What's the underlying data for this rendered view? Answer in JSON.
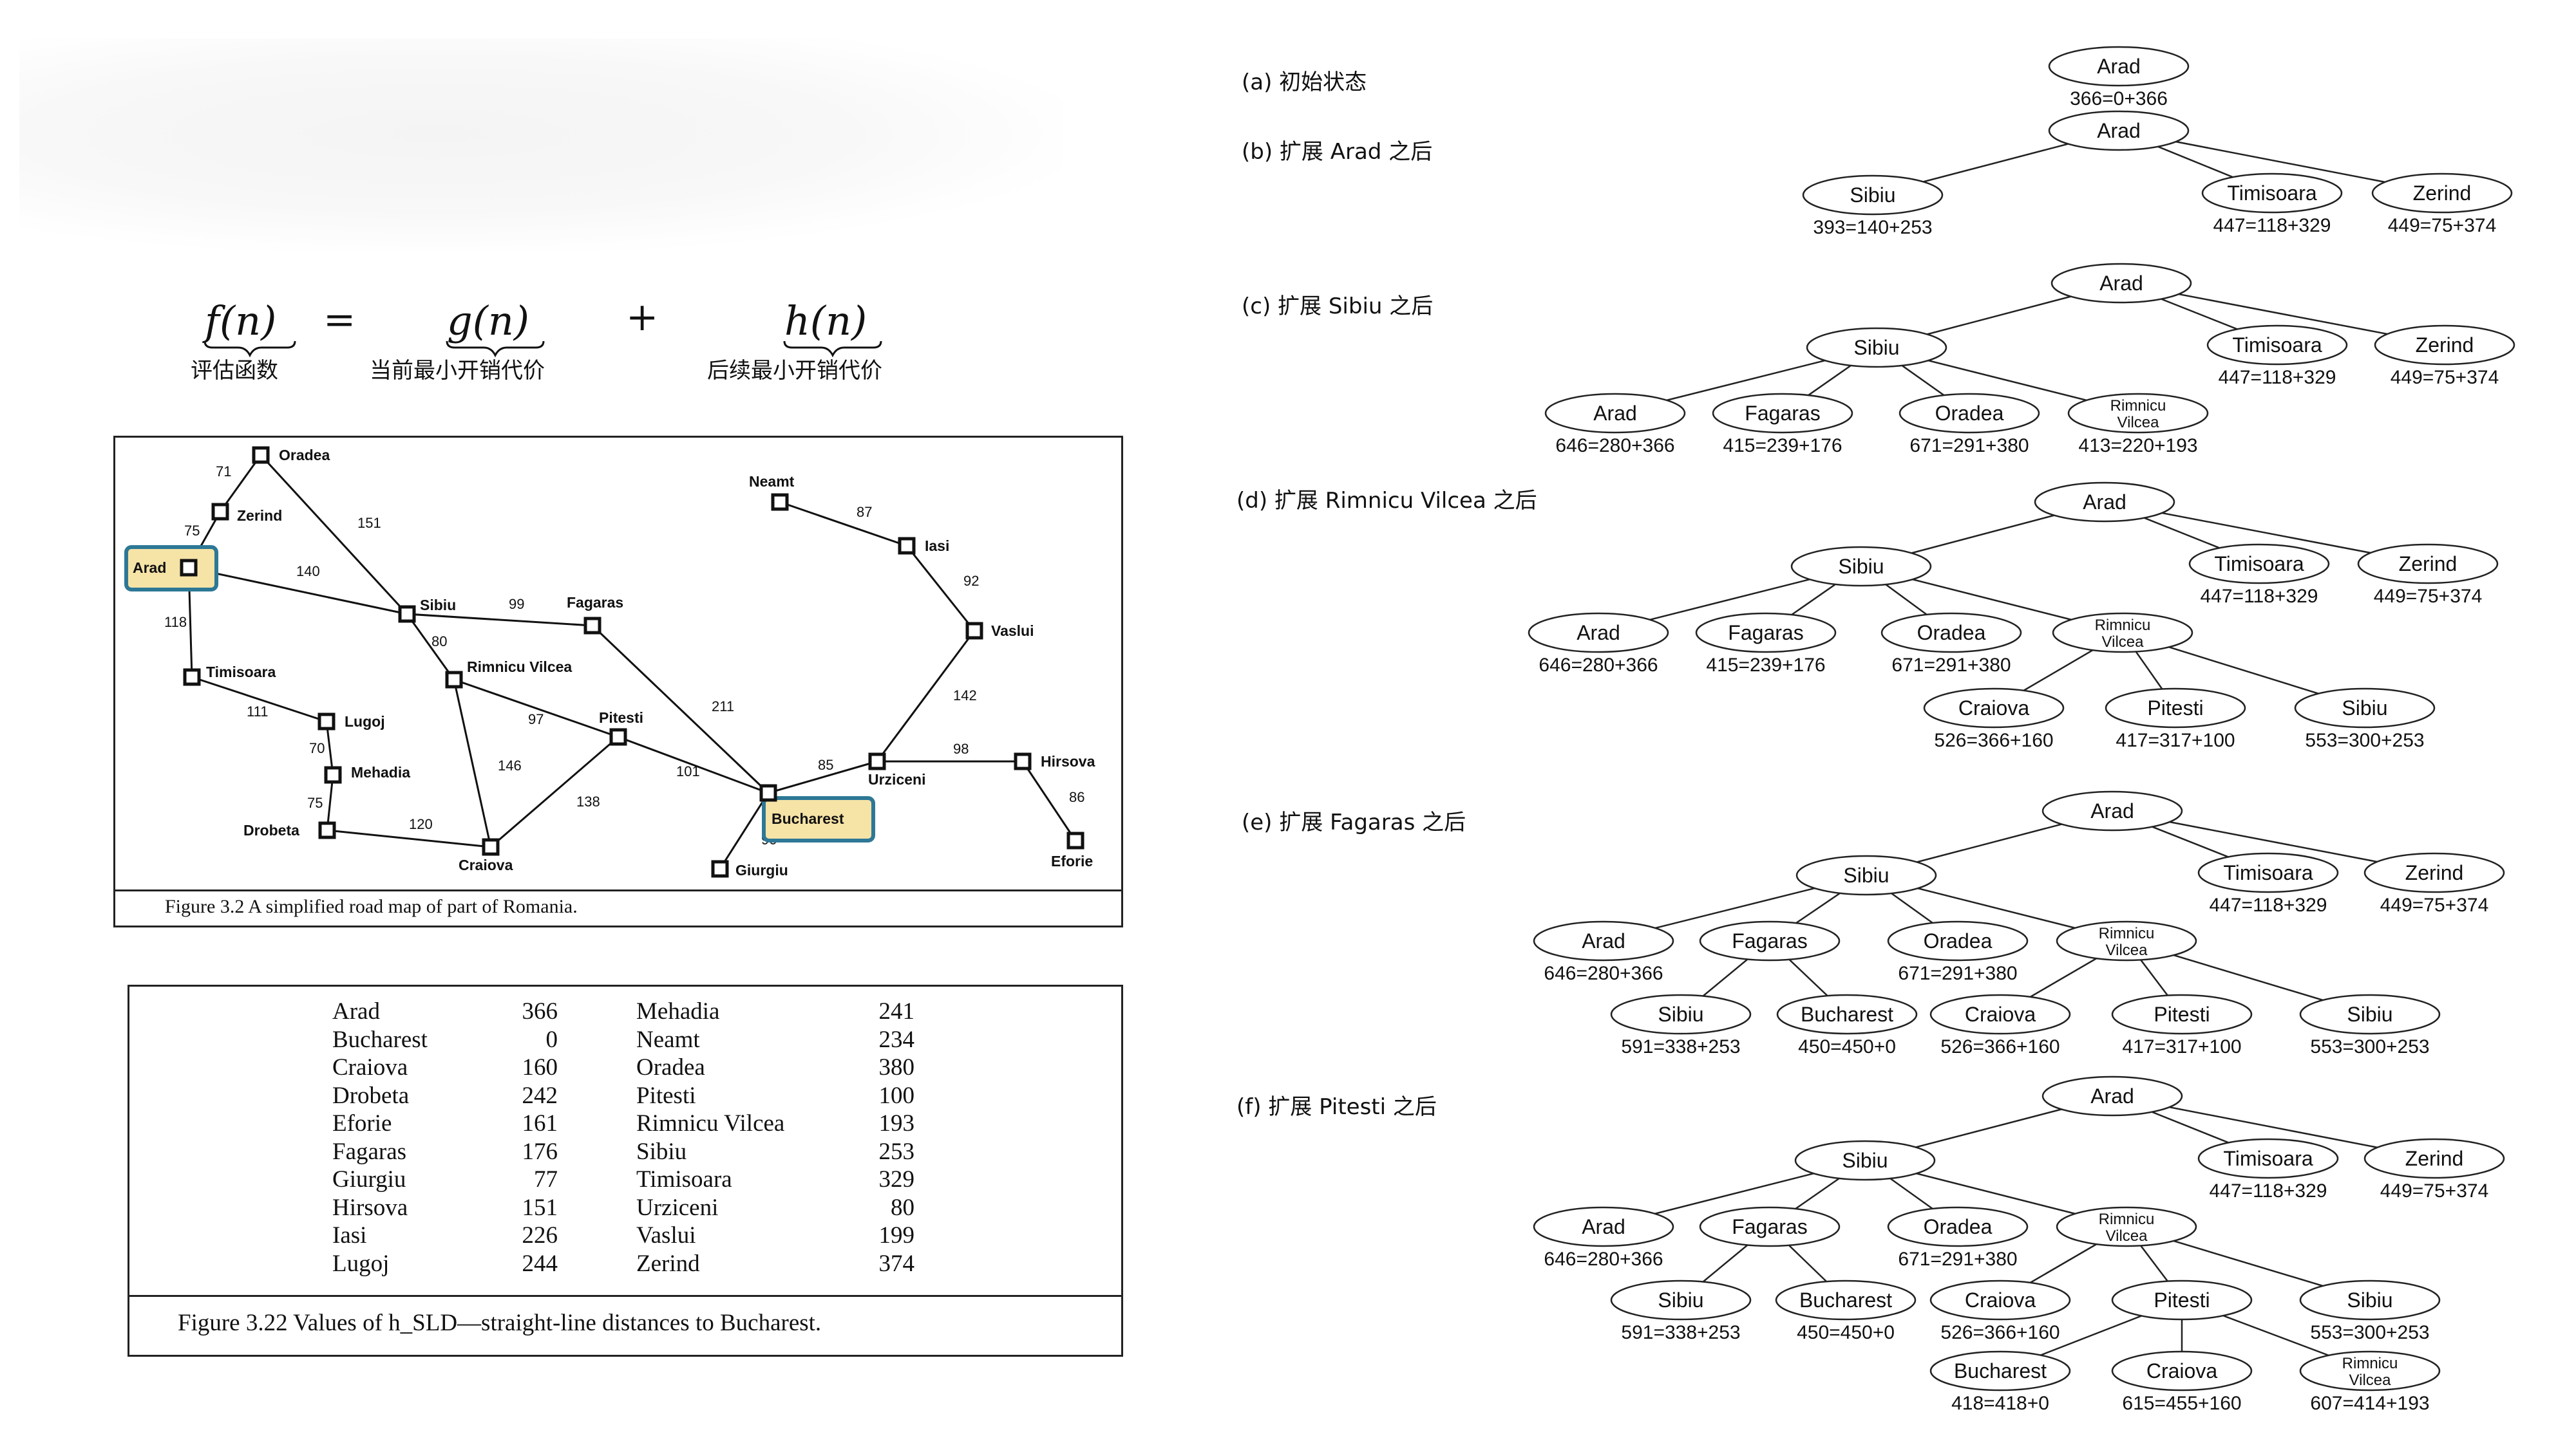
{
  "formula": {
    "f": "f(n)",
    "eq": "=",
    "g": "g(n)",
    "plus": "+",
    "h": "h(n)",
    "f_caption": "评估函数",
    "g_caption": "当前最小开销代价",
    "h_caption": "后续最小开销代价"
  },
  "map": {
    "caption": "Figure 3.2     A simplified road map of part of Romania.",
    "cities": [
      {
        "name": "Oradea"
      },
      {
        "name": "Zerind"
      },
      {
        "name": "Arad"
      },
      {
        "name": "Sibiu"
      },
      {
        "name": "Fagaras"
      },
      {
        "name": "Rimnicu Vilcea"
      },
      {
        "name": "Timisoara"
      },
      {
        "name": "Lugoj"
      },
      {
        "name": "Mehadia"
      },
      {
        "name": "Drobeta"
      },
      {
        "name": "Craiova"
      },
      {
        "name": "Pitesti"
      },
      {
        "name": "Bucharest"
      },
      {
        "name": "Giurgiu"
      },
      {
        "name": "Urziceni"
      },
      {
        "name": "Hirsova"
      },
      {
        "name": "Eforie"
      },
      {
        "name": "Vaslui"
      },
      {
        "name": "Iasi"
      },
      {
        "name": "Neamt"
      }
    ],
    "road_distances": [
      "71",
      "151",
      "75",
      "140",
      "118",
      "99",
      "80",
      "211",
      "97",
      "146",
      "138",
      "101",
      "111",
      "70",
      "75",
      "120",
      "90",
      "85",
      "98",
      "86",
      "142",
      "92",
      "87"
    ]
  },
  "sld_table": {
    "caption": "Figure 3.22     Values of h_SLD—straight-line distances to Bucharest.",
    "left": [
      {
        "city": "Arad",
        "value": "366"
      },
      {
        "city": "Bucharest",
        "value": "0"
      },
      {
        "city": "Craiova",
        "value": "160"
      },
      {
        "city": "Drobeta",
        "value": "242"
      },
      {
        "city": "Eforie",
        "value": "161"
      },
      {
        "city": "Fagaras",
        "value": "176"
      },
      {
        "city": "Giurgiu",
        "value": "77"
      },
      {
        "city": "Hirsova",
        "value": "151"
      },
      {
        "city": "Iasi",
        "value": "226"
      },
      {
        "city": "Lugoj",
        "value": "244"
      }
    ],
    "right": [
      {
        "city": "Mehadia",
        "value": "241"
      },
      {
        "city": "Neamt",
        "value": "234"
      },
      {
        "city": "Oradea",
        "value": "380"
      },
      {
        "city": "Pitesti",
        "value": "100"
      },
      {
        "city": "Rimnicu Vilcea",
        "value": "193"
      },
      {
        "city": "Sibiu",
        "value": "253"
      },
      {
        "city": "Timisoara",
        "value": "329"
      },
      {
        "city": "Urziceni",
        "value": "80"
      },
      {
        "city": "Vaslui",
        "value": "199"
      },
      {
        "city": "Zerind",
        "value": "374"
      }
    ]
  },
  "search_steps": [
    {
      "label": "(a) 初始状态",
      "nodes": [
        {
          "name": "Arad",
          "score": "366=0+366"
        }
      ]
    },
    {
      "label": "(b) 扩展 Arad 之后",
      "nodes": [
        {
          "name": "Arad",
          "score": ""
        },
        {
          "name": "Sibiu",
          "score": "393=140+253"
        },
        {
          "name": "Timisoara",
          "score": "447=118+329"
        },
        {
          "name": "Zerind",
          "score": "449=75+374"
        }
      ]
    },
    {
      "label": "(c) 扩展 Sibiu 之后",
      "nodes": [
        {
          "name": "Arad",
          "score": ""
        },
        {
          "name": "Sibiu",
          "score": ""
        },
        {
          "name": "Timisoara",
          "score": "447=118+329"
        },
        {
          "name": "Zerind",
          "score": "449=75+374"
        },
        {
          "name": "Arad",
          "score": "646=280+366"
        },
        {
          "name": "Fagaras",
          "score": "415=239+176"
        },
        {
          "name": "Oradea",
          "score": "671=291+380"
        },
        {
          "name": "Rimnicu Vilcea",
          "score": "413=220+193"
        }
      ]
    },
    {
      "label": "(d) 扩展 Rimnicu Vilcea 之后",
      "nodes": [
        {
          "name": "Arad",
          "score": ""
        },
        {
          "name": "Sibiu",
          "score": ""
        },
        {
          "name": "Timisoara",
          "score": "447=118+329"
        },
        {
          "name": "Zerind",
          "score": "449=75+374"
        },
        {
          "name": "Arad",
          "score": "646=280+366"
        },
        {
          "name": "Fagaras",
          "score": "415=239+176"
        },
        {
          "name": "Oradea",
          "score": "671=291+380"
        },
        {
          "name": "Rimnicu Vilcea",
          "score": ""
        },
        {
          "name": "Craiova",
          "score": "526=366+160"
        },
        {
          "name": "Pitesti",
          "score": "417=317+100"
        },
        {
          "name": "Sibiu",
          "score": "553=300+253"
        }
      ]
    },
    {
      "label": "(e) 扩展 Fagaras 之后",
      "nodes": [
        {
          "name": "Arad",
          "score": ""
        },
        {
          "name": "Sibiu",
          "score": ""
        },
        {
          "name": "Timisoara",
          "score": "447=118+329"
        },
        {
          "name": "Zerind",
          "score": "449=75+374"
        },
        {
          "name": "Arad",
          "score": "646=280+366"
        },
        {
          "name": "Fagaras",
          "score": ""
        },
        {
          "name": "Oradea",
          "score": "671=291+380"
        },
        {
          "name": "Rimnicu Vilcea",
          "score": ""
        },
        {
          "name": "Sibiu",
          "score": "591=338+253"
        },
        {
          "name": "Bucharest",
          "score": "450=450+0"
        },
        {
          "name": "Craiova",
          "score": "526=366+160"
        },
        {
          "name": "Pitesti",
          "score": "417=317+100"
        },
        {
          "name": "Sibiu",
          "score": "553=300+253"
        }
      ]
    },
    {
      "label": "(f) 扩展 Pitesti 之后",
      "nodes": [
        {
          "name": "Arad",
          "score": ""
        },
        {
          "name": "Sibiu",
          "score": ""
        },
        {
          "name": "Timisoara",
          "score": "447=118+329"
        },
        {
          "name": "Zerind",
          "score": "449=75+374"
        },
        {
          "name": "Arad",
          "score": "646=280+366"
        },
        {
          "name": "Fagaras",
          "score": ""
        },
        {
          "name": "Oradea",
          "score": "671=291+380"
        },
        {
          "name": "Rimnicu Vilcea",
          "score": ""
        },
        {
          "name": "Sibiu",
          "score": "591=338+253"
        },
        {
          "name": "Bucharest",
          "score": "450=450+0"
        },
        {
          "name": "Craiova",
          "score": "526=366+160"
        },
        {
          "name": "Pitesti",
          "score": ""
        },
        {
          "name": "Sibiu",
          "score": "553=300+253"
        },
        {
          "name": "Bucharest",
          "score": "418=418+0"
        },
        {
          "name": "Craiova",
          "score": "615=455+160"
        },
        {
          "name": "Rimnicu Vilcea",
          "score": "607=414+193"
        }
      ]
    }
  ]
}
